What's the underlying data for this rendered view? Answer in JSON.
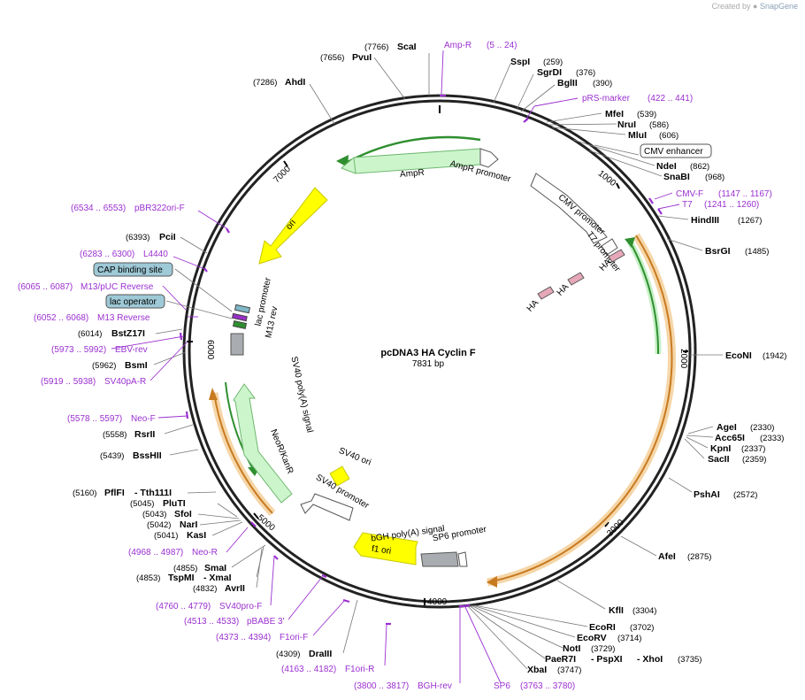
{
  "credit": {
    "prefix": "Created by",
    "brand": "SnapGene"
  },
  "plasmid": {
    "name": "pcDNA3 HA Cyclin F",
    "size": "7831 bp",
    "length": 7831
  },
  "ticks": [
    "1000",
    "2000",
    "3000",
    "4000",
    "5000",
    "6000",
    "7000"
  ],
  "colors": {
    "primer": "#9b30d0",
    "orf_fill": "#ccf5cc",
    "orf_stroke": "#2f9a2f",
    "ori": "#ffff00",
    "cds_band": "#e8a040",
    "polyA": "#a9acb0",
    "lac": "#9ec9d6"
  },
  "sites": [
    {
      "name": "ScaI",
      "pos": "(7766)"
    },
    {
      "name": "PvuI",
      "pos": "(7656)"
    },
    {
      "name": "AhdI",
      "pos": "(7286)"
    },
    {
      "name": "SspI",
      "pos": "(259)"
    },
    {
      "name": "SgrDI",
      "pos": "(376)"
    },
    {
      "name": "BglII",
      "pos": "(390)"
    },
    {
      "name": "MfeI",
      "pos": "(539)"
    },
    {
      "name": "NruI",
      "pos": "(586)"
    },
    {
      "name": "MluI",
      "pos": "(606)"
    },
    {
      "name": "NdeI",
      "pos": "(862)"
    },
    {
      "name": "SnaBI",
      "pos": "(968)"
    },
    {
      "name": "HindIII",
      "pos": "(1267)"
    },
    {
      "name": "BsrGI",
      "pos": "(1485)"
    },
    {
      "name": "EcoNI",
      "pos": "(1942)"
    },
    {
      "name": "AgeI",
      "pos": "(2330)"
    },
    {
      "name": "Acc65I",
      "pos": "(2333)"
    },
    {
      "name": "KpnI",
      "pos": "(2337)"
    },
    {
      "name": "SacII",
      "pos": "(2359)"
    },
    {
      "name": "PshAI",
      "pos": "(2572)"
    },
    {
      "name": "AfeI",
      "pos": "(2875)"
    },
    {
      "name": "KflI",
      "pos": "(3304)"
    },
    {
      "name": "EcoRI",
      "pos": "(3702)"
    },
    {
      "name": "EcoRV",
      "pos": "(3714)"
    },
    {
      "name": "NotI",
      "pos": "(3729)"
    },
    {
      "name": "PaeR7I",
      "pos": "- PspXI",
      "pos2": "- XhoI",
      "pos3": "(3735)"
    },
    {
      "name": "XbaI",
      "pos": "(3747)"
    },
    {
      "name": "DraIII",
      "pos": "(4309)"
    },
    {
      "name": "AvrII",
      "pos": "(4832)"
    },
    {
      "name": "TspMI",
      "pos": "(4853)"
    },
    {
      "name": "SmaI",
      "pos": "(4855)"
    },
    {
      "name": "KasI",
      "pos": "(5041)"
    },
    {
      "name": "NarI",
      "pos": "(5042)"
    },
    {
      "name": "SfoI",
      "pos": "(5043)"
    },
    {
      "name": "PluTI",
      "pos": "(5045)"
    },
    {
      "name": "PflFI",
      "pos": "(5160)"
    },
    {
      "name": "BssHII",
      "pos": "(5439)"
    },
    {
      "name": "RsrII",
      "pos": "(5558)"
    },
    {
      "name": "BsmI",
      "pos": "(5962)"
    },
    {
      "name": "BstZ17I",
      "pos": "(6014)"
    },
    {
      "name": "PciI",
      "pos": "(6393)"
    }
  ],
  "site_extra": {
    "xmai": "- XmaI",
    "tth111i": "- Tth111I"
  },
  "primers": [
    {
      "name": "Amp-R",
      "range": "(5 .. 24)"
    },
    {
      "name": "pRS-marker",
      "range": "(422 .. 441)"
    },
    {
      "name": "CMV-F",
      "range": "(1147 .. 1167)"
    },
    {
      "name": "T7",
      "range": "(1241 .. 1260)"
    },
    {
      "name": "pBR322ori-F",
      "range": "(6534 .. 6553)"
    },
    {
      "name": "L4440",
      "range": "(6283 .. 6300)"
    },
    {
      "name": "M13/pUC Reverse",
      "range": "(6065 .. 6087)"
    },
    {
      "name": "M13 Reverse",
      "range": "(6052 .. 6068)"
    },
    {
      "name": "EBV-rev",
      "range": "(5973 .. 5992)"
    },
    {
      "name": "SV40pA-R",
      "range": "(5919 .. 5938)"
    },
    {
      "name": "Neo-F",
      "range": "(5578 .. 5597)"
    },
    {
      "name": "Neo-R",
      "range": "(4968 .. 4987)"
    },
    {
      "name": "SV40pro-F",
      "range": "(4760 .. 4779)"
    },
    {
      "name": "pBABE 3'",
      "range": "(4513 .. 4533)"
    },
    {
      "name": "F1ori-F",
      "range": "(4373 .. 4394)"
    },
    {
      "name": "F1ori-R",
      "range": "(4163 .. 4182)"
    },
    {
      "name": "BGH-rev",
      "range": "(3800 .. 3817)"
    },
    {
      "name": "SP6",
      "range": "(3763 .. 3780)"
    }
  ],
  "boxed": {
    "cmv_enhancer": "CMV enhancer",
    "cap_binding_site": "CAP binding site",
    "lac_operator": "lac operator"
  },
  "features": {
    "ampr": "AmpR",
    "ampr_promoter": "AmpR promoter",
    "cmv_promoter": "CMV promoter",
    "t7_promoter": "T7 promoter",
    "ha": "HA",
    "ori": "ori",
    "lac_promoter": "lac promoter",
    "m13_rev": "M13 rev",
    "sv40_polya": "SV40 poly(A) signal",
    "neor": "NeoR/KanR",
    "sv40_ori": "SV40 ori",
    "sv40_promoter": "SV40 promoter",
    "f1_ori": "f1 ori",
    "bgh_polya": "bGH poly(A) signal",
    "sp6_promoter": "SP6 promoter"
  }
}
